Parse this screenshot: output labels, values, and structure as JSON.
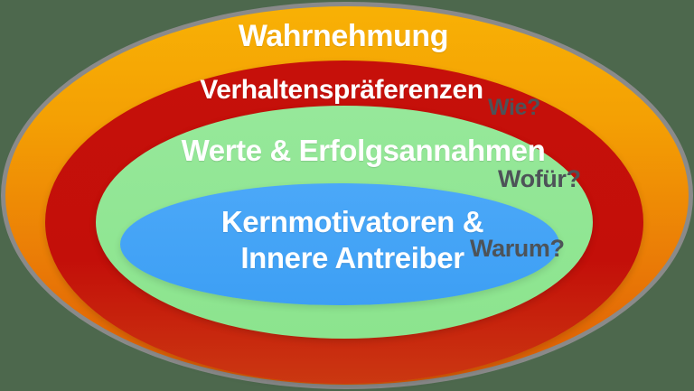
{
  "background": {
    "page_color": "#4D684D",
    "outer_border_color": "#8A8A8A"
  },
  "diagram": {
    "type": "onion-model",
    "label_color": "#FFFFFF",
    "question_color": "#4D5358",
    "rings": [
      {
        "id": "wahrnehmung",
        "label": "Wahrnehmung",
        "fill_top": "#F8B105",
        "fill_bottom": "#DC5A05"
      },
      {
        "id": "verhaltenspraeferenzen",
        "label": "Verhaltenspräferenzen",
        "question": "Wie?",
        "fill": "#C6100A"
      },
      {
        "id": "werte-erfolgsannahmen",
        "label": "Werte & Erfolgsannahmen",
        "question": "Wofür?",
        "fill": "#8EE590"
      },
      {
        "id": "kernmotivatoren-innere-antreiber",
        "label_line1": "Kernmotivatoren &",
        "label_line2": "Innere Antreiber",
        "question": "Warum?",
        "fill": "#42A3F8"
      }
    ]
  }
}
